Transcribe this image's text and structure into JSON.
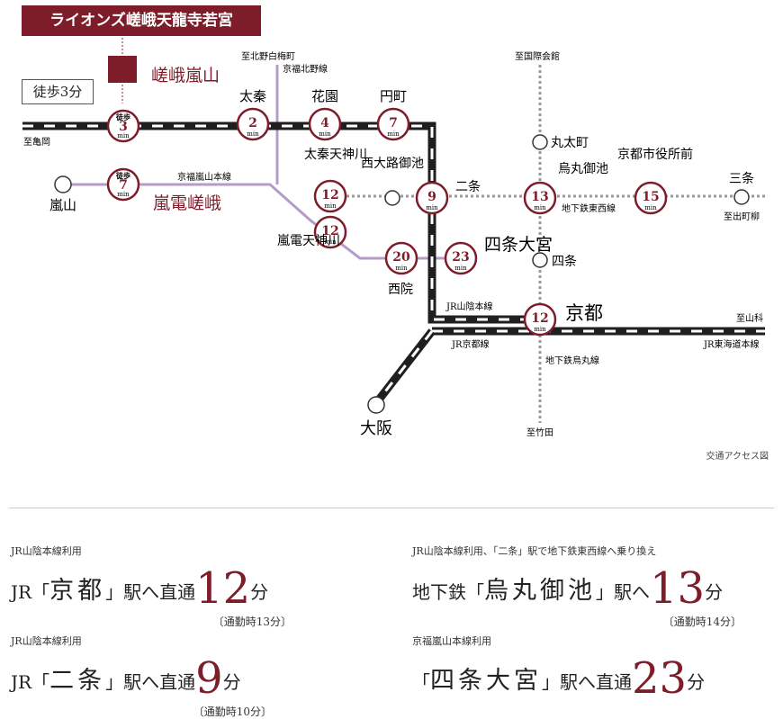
{
  "title": "ライオンズ嵯峨天龍寺若宮",
  "walk_label": "徒歩3分",
  "map_credit": "交通アクセス図",
  "colors": {
    "accent": "#7d1d2a",
    "jr_line": "#1f1f1f",
    "randen": "#b49cc8",
    "subway": "#999999"
  },
  "stations": {
    "saga": {
      "time": "3",
      "name": "嵯峨嵐山",
      "walk": "徒歩"
    },
    "randen_saga": {
      "time": "7",
      "name": "嵐電嵯峨",
      "walk": "徒歩"
    },
    "uzumasa": {
      "time": "2",
      "name": "太秦"
    },
    "hanazono": {
      "time": "4",
      "name": "花園"
    },
    "emmachi": {
      "time": "7",
      "name": "円町"
    },
    "uzumasa_tenjingawa": {
      "time": "12",
      "name": "太秦天神川"
    },
    "randen_tenjingawa": {
      "time": "12",
      "name": "嵐電天神川"
    },
    "nishioji": {
      "name": "西大路御池"
    },
    "nijo": {
      "time": "9",
      "name": "二条"
    },
    "karasuma_oike": {
      "time": "13",
      "name": "烏丸御池"
    },
    "shiyakusho": {
      "time": "15",
      "name": "京都市役所前"
    },
    "sanjo": {
      "name": "三条"
    },
    "marutamachi": {
      "name": "丸太町"
    },
    "saiin": {
      "time": "20",
      "name": "西院"
    },
    "shijo_omiya": {
      "time": "23",
      "name": "四条大宮"
    },
    "shijo": {
      "name": "四条"
    },
    "kyoto": {
      "time": "12",
      "name": "京都"
    },
    "osaka": {
      "name": "大阪"
    },
    "arashiyama": {
      "name": "嵐山"
    }
  },
  "min_label": "min",
  "labels": {
    "to_kameoka": "至亀岡",
    "to_kitano": "至北野白梅町",
    "kyofuku_kitano": "京福北野線",
    "kyofuku_arashiyama": "京福嵐山本線",
    "to_kokusaikaikan": "至国際会館",
    "subway_tozai": "地下鉄東西線",
    "to_demachi": "至出町柳",
    "jr_sanin_1": "JR山陰本線",
    "jr_kyoto": "JR京都線",
    "to_yamashina": "至山科",
    "jr_tokaido": "JR東海道本線",
    "subway_karasuma": "地下鉄烏丸線",
    "to_takeda": "至竹田"
  },
  "info": [
    {
      "note": "JR山陰本線利用",
      "pre": "JR「",
      "big": "京都",
      "post": "」駅へ直通",
      "num": "12",
      "unit": "分",
      "sub": "〔通勤時13分〕"
    },
    {
      "note": "JR山陰本線利用、「二条」駅で地下鉄東西線へ乗り換え",
      "pre": "地下鉄「",
      "big": "烏丸御池",
      "post": "」駅へ",
      "num": "13",
      "unit": "分",
      "sub": "〔通勤時14分〕"
    },
    {
      "note": "JR山陰本線利用",
      "pre": "JR「",
      "big": "二条",
      "post": "」駅へ直通",
      "num": "9",
      "unit": "分",
      "sub": "〔通勤時10分〕"
    },
    {
      "note": "京福嵐山本線利用",
      "pre": "「",
      "big": "四条大宮",
      "post": "」駅へ直通",
      "num": "23",
      "unit": "分",
      "sub": ""
    }
  ]
}
